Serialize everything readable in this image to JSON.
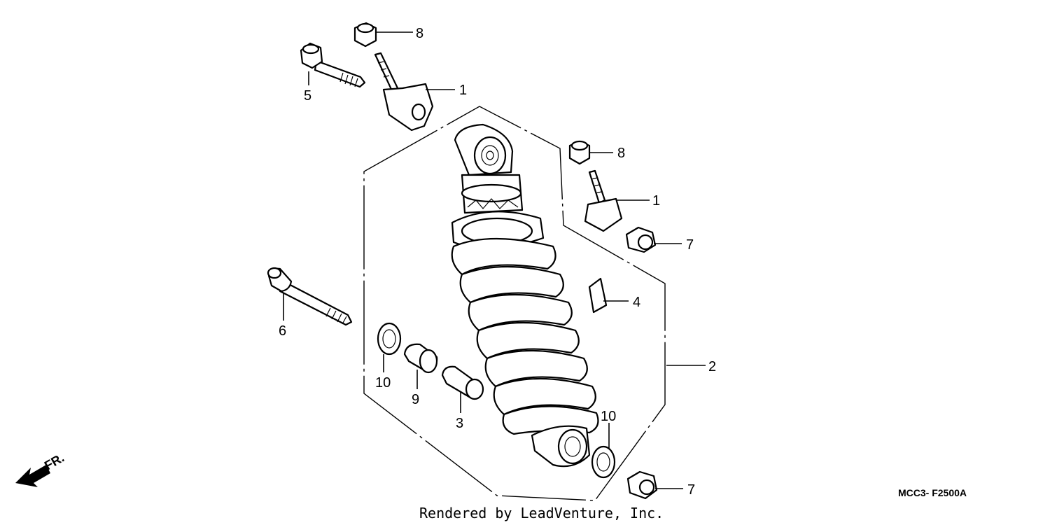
{
  "callouts": [
    {
      "id": "c1a",
      "label": "1"
    },
    {
      "id": "c1b",
      "label": "1"
    },
    {
      "id": "c2",
      "label": "2"
    },
    {
      "id": "c3",
      "label": "3"
    },
    {
      "id": "c4",
      "label": "4"
    },
    {
      "id": "c5",
      "label": "5"
    },
    {
      "id": "c6",
      "label": "6"
    },
    {
      "id": "c7a",
      "label": "7"
    },
    {
      "id": "c7b",
      "label": "7"
    },
    {
      "id": "c8a",
      "label": "8"
    },
    {
      "id": "c8b",
      "label": "8"
    },
    {
      "id": "c9",
      "label": "9"
    },
    {
      "id": "c10a",
      "label": "10"
    },
    {
      "id": "c10b",
      "label": "10"
    }
  ],
  "diagram_code": "MCC3- F2500A",
  "credit": "Rendered by LeadVenture, Inc.",
  "direction_label": "FR."
}
